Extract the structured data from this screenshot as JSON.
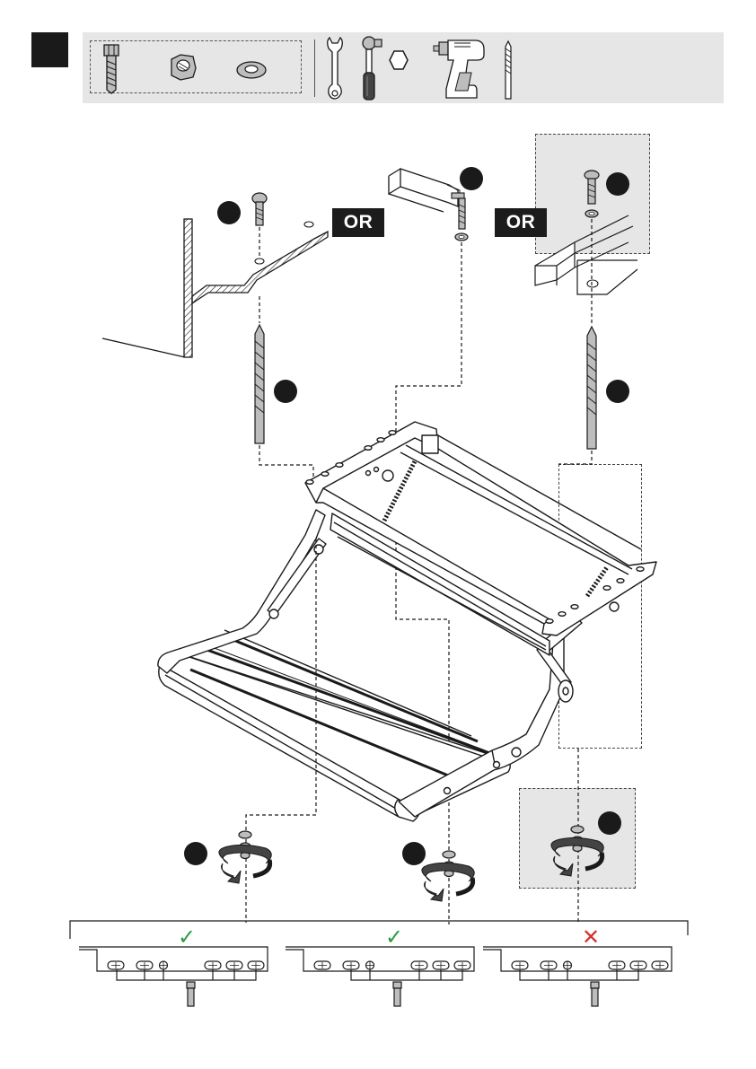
{
  "step_indicator": {
    "color": "#1a1a1a"
  },
  "toolbar": {
    "background": "#e6e6e6",
    "parts": [
      {
        "icon": "bolt-icon"
      },
      {
        "icon": "hex-nut-icon"
      },
      {
        "icon": "washer-icon"
      }
    ],
    "tools": [
      {
        "icon": "open-end-wrench-icon"
      },
      {
        "icon": "socket-wrench-icon"
      },
      {
        "icon": "hexagon-socket-icon"
      },
      {
        "icon": "power-drill-icon"
      },
      {
        "icon": "drill-bit-icon"
      }
    ]
  },
  "options": {
    "or_label_1": "OR",
    "or_label_2": "OR"
  },
  "result_panels": [
    {
      "mark": "✓",
      "status": "correct",
      "color": "#2e9a3e"
    },
    {
      "mark": "✓",
      "status": "correct",
      "color": "#2e9a3e"
    },
    {
      "mark": "✕",
      "status": "incorrect",
      "color": "#d0332d"
    }
  ],
  "colors": {
    "ink": "#1a1a1a",
    "panel_grey": "#e6e6e6",
    "check": "#2e9a3e",
    "cross": "#d0332d"
  }
}
